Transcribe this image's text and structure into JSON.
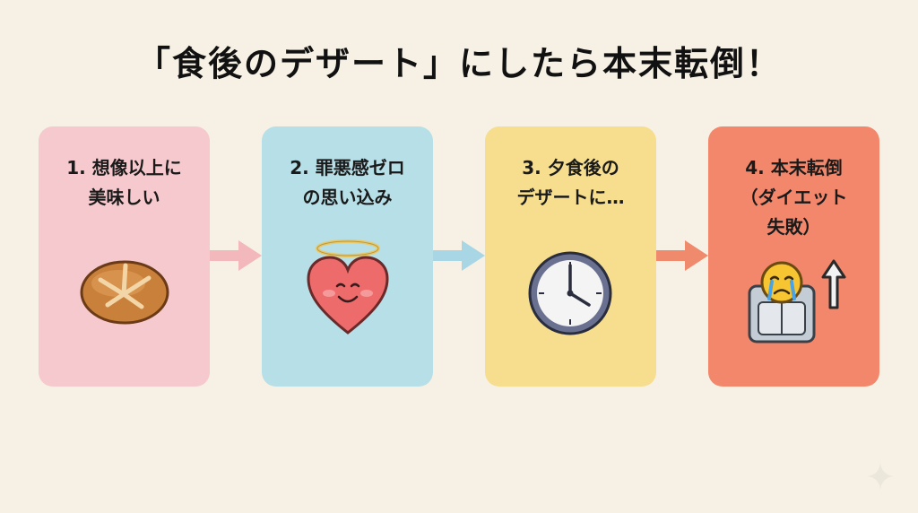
{
  "title": "「食後のデザート」にしたら本末転倒！",
  "steps": [
    {
      "label": "1. 想像以上に\n美味しい",
      "color": "#f5c9cd",
      "icon": "bread-roll-icon"
    },
    {
      "label": "2. 罪悪感ゼロ\nの思い込み",
      "color": "#b6dfe8",
      "icon": "angel-heart-icon"
    },
    {
      "label": "3. 夕食後の\nデザートに…",
      "color": "#f6de8e",
      "icon": "clock-icon"
    },
    {
      "label": "4. 本末転倒\n（ダイエット\n失敗）",
      "color": "#f3876b",
      "icon": "crying-scale-icon"
    }
  ],
  "arrow_colors": [
    "#f2b8bb",
    "#a9d6e4",
    "#f08a6d"
  ]
}
